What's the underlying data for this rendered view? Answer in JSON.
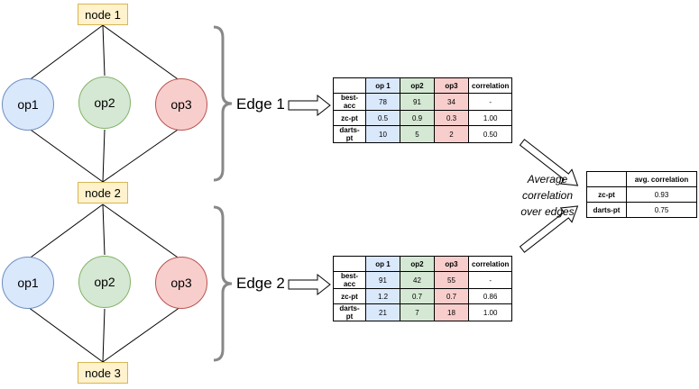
{
  "nodes": {
    "node1": "node 1",
    "node2": "node 2",
    "node3": "node 3"
  },
  "ops": {
    "op1": "op1",
    "op2": "op2",
    "op3": "op3"
  },
  "edge_labels": {
    "edge1": "Edge 1",
    "edge2": "Edge 2"
  },
  "caption": {
    "line1": "Average",
    "line2": "correlation",
    "line3": "over edges"
  },
  "table1": {
    "headers": [
      "",
      "op 1",
      "op2",
      "op3",
      "correlation"
    ],
    "rows": [
      [
        "best-acc",
        "78",
        "91",
        "34",
        "-"
      ],
      [
        "zc-pt",
        "0.5",
        "0.9",
        "0.3",
        "1.00"
      ],
      [
        "darts-pt",
        "10",
        "5",
        "2",
        "0.50"
      ]
    ]
  },
  "table2": {
    "headers": [
      "",
      "op 1",
      "op2",
      "op3",
      "correlation"
    ],
    "rows": [
      [
        "best-acc",
        "91",
        "42",
        "55",
        "-"
      ],
      [
        "zc-pt",
        "1.2",
        "0.7",
        "0.7",
        "0.86"
      ],
      [
        "darts-pt",
        "21",
        "7",
        "18",
        "1.00"
      ]
    ]
  },
  "table3": {
    "headers": [
      "",
      "avg. correlation"
    ],
    "rows": [
      [
        "zc-pt",
        "0.93"
      ],
      [
        "darts-pt",
        "0.75"
      ]
    ]
  },
  "colors": {
    "blue_fill": "#dae8fc",
    "green_fill": "#d5e8d4",
    "red_fill": "#f8cecc",
    "node_fill": "#fff2cc"
  }
}
